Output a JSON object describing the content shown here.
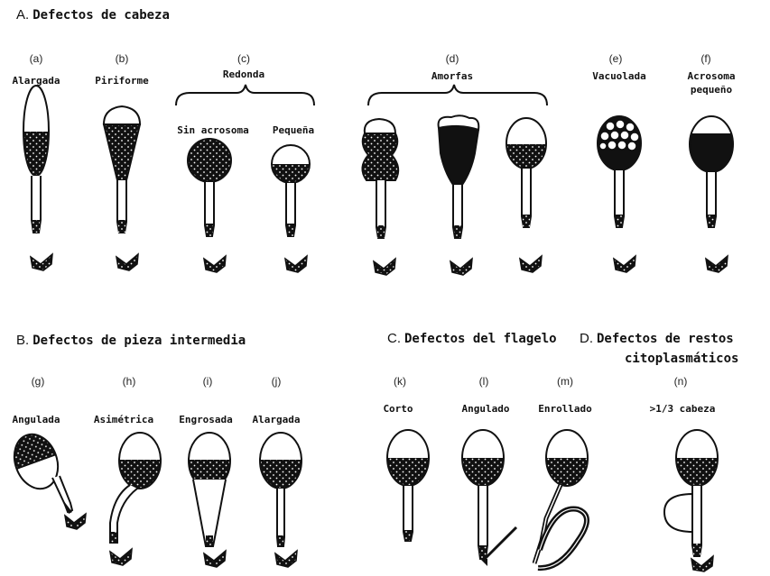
{
  "sections": {
    "A": {
      "letter": "A.",
      "title": "Defectos de cabeza"
    },
    "B": {
      "letter": "B.",
      "title": "Defectos de pieza intermedia"
    },
    "C": {
      "letter": "C.",
      "title": "Defectos del flagelo"
    },
    "D": {
      "letter": "D.",
      "title": "Defectos de restos",
      "title2": "citoplasmáticos"
    }
  },
  "groups": {
    "c": {
      "code": "(c)",
      "label": "Redonda"
    },
    "d": {
      "code": "(d)",
      "label": "Amorfas"
    }
  },
  "items": {
    "a": {
      "code": "(a)",
      "label": "Alargada"
    },
    "b": {
      "code": "(b)",
      "label": "Piriforme"
    },
    "c1": {
      "label": "Sin acrosoma"
    },
    "c2": {
      "label": "Pequeña"
    },
    "e": {
      "code": "(e)",
      "label": "Vacuolada"
    },
    "f": {
      "code": "(f)",
      "label": "Acrosoma",
      "label2": "pequeño"
    },
    "g": {
      "code": "(g)",
      "label": "Angulada"
    },
    "h": {
      "code": "(h)",
      "label": "Asimétrica"
    },
    "i": {
      "code": "(i)",
      "label": "Engrosada"
    },
    "j": {
      "code": "(j)",
      "label": "Alargada"
    },
    "k": {
      "code": "(k)",
      "label": "Corto"
    },
    "l": {
      "code": "(l)",
      "label": "Angulado"
    },
    "m": {
      "code": "(m)",
      "label": "Enrollado"
    },
    "n": {
      "code": "(n)",
      "label": ">1/3 cabeza"
    }
  },
  "colors": {
    "ink": "#111111",
    "background": "#ffffff",
    "dots": "#ffffff"
  }
}
